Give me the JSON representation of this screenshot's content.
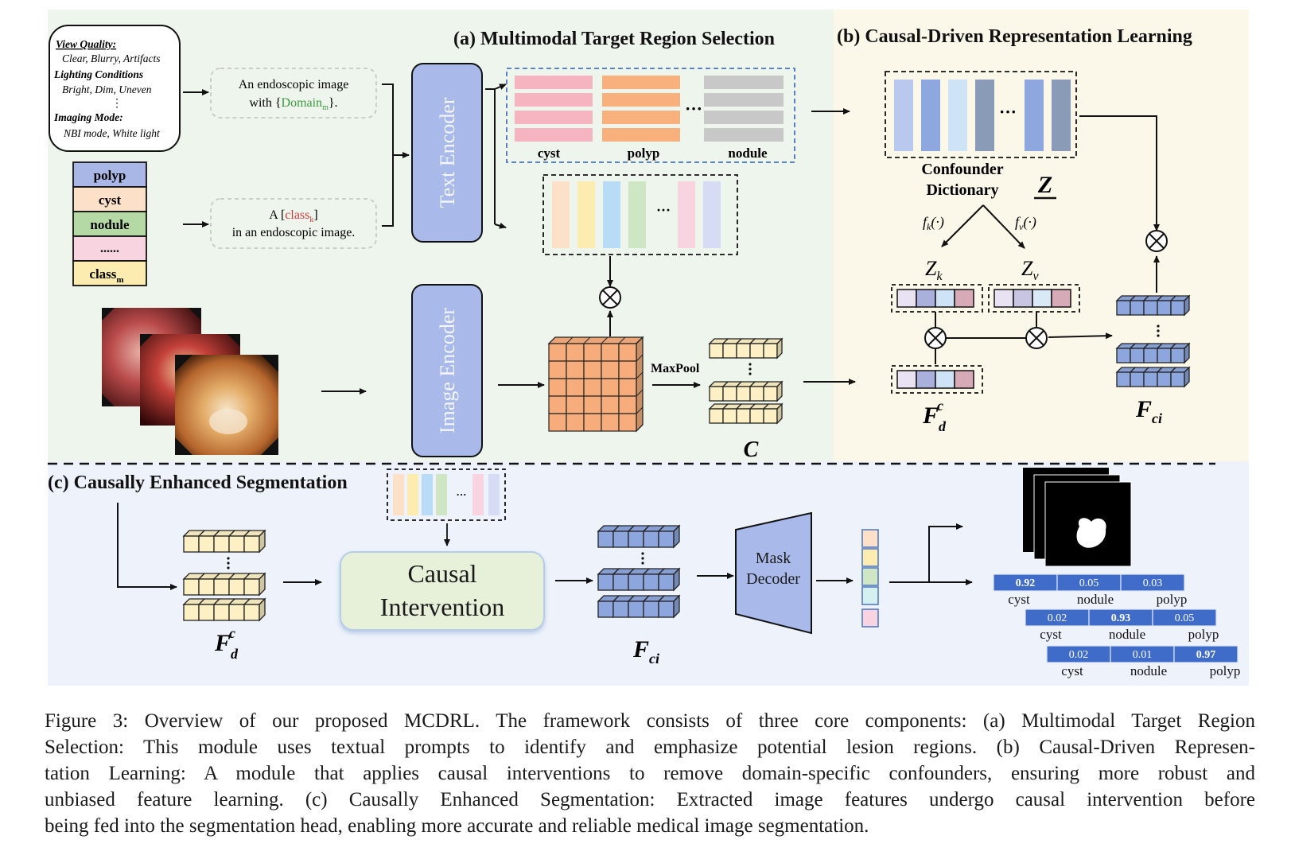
{
  "panels": {
    "a_title": "(a) Multimodal Target Region Selection",
    "b_title": "(b) Causal-Driven Representation Learning",
    "c_title": "(c) Causally Enhanced Segmentation"
  },
  "domain_box": {
    "view_quality_label": "View Quality:",
    "view_quality_values": "Clear, Blurry, Artifacts",
    "lighting_label": "Lighting Conditions",
    "lighting_values": "Bright, Dim, Uneven",
    "ellipsis": "⋮",
    "imaging_label": "Imaging Mode:",
    "imaging_values": "NBI mode, White light"
  },
  "prompts": {
    "domain_line1": "An endoscopic image",
    "domain_line2_pre": "with {",
    "domain_word": "Domain",
    "domain_sub": "m",
    "domain_line2_post": "}.",
    "class_line1_pre": "A [",
    "class_word": "class",
    "class_sub": "k",
    "class_line1_post": "]",
    "class_line2": "in an endoscopic image."
  },
  "class_list": {
    "items": [
      "polyp",
      "cyst",
      "nodule",
      "......",
      "class"
    ],
    "last_sub": "m",
    "colors": [
      "#a9b7e6",
      "#fde0c8",
      "#b5d9a4",
      "#f8d3e0",
      "#fdecb0"
    ]
  },
  "encoders": {
    "text": "Text Encoder",
    "image": "Image Encoder"
  },
  "text_features": {
    "labels": [
      "cyst",
      "polyp",
      "nodule"
    ],
    "colors": [
      "#f6b3c0",
      "#f8b17c",
      "#c8c8c8"
    ],
    "ellipsis": "···"
  },
  "maxpool_label": "MaxPool",
  "c_label": "C",
  "confounder": {
    "label_line1": "Confounder",
    "label_line2": "Dictionary",
    "z_label": "Z",
    "fk": "f",
    "fk_sub": "k",
    "fv": "f",
    "fv_sub": "v",
    "fx_arg": "(·)",
    "zk": "Z",
    "zk_sub": "k",
    "zv": "Z",
    "zv_sub": "v",
    "bar_colors": [
      "#b9c8ee",
      "#8fa7df",
      "#cfe3f7",
      "#8a9bb8",
      "#8fa7df",
      "#8a9bb8"
    ],
    "ellipsis": "···"
  },
  "features": {
    "fd": "F",
    "fd_sub": "d",
    "fd_sup": "c",
    "fci": "F",
    "fci_sub": "ci"
  },
  "segmentation": {
    "causal_line1": "Causal",
    "causal_line2": "Intervention",
    "mask_line1": "Mask",
    "mask_line2": "Decoder"
  },
  "score_tables": [
    {
      "values": [
        "0.92",
        "0.05",
        "0.03"
      ],
      "bold_index": 0,
      "labels": [
        "cyst",
        "nodule",
        "polyp"
      ]
    },
    {
      "values": [
        "0.02",
        "0.93",
        "0.05"
      ],
      "bold_index": 1,
      "labels": [
        "cyst",
        "nodule",
        "polyp"
      ]
    },
    {
      "values": [
        "0.02",
        "0.01",
        "0.97"
      ],
      "bold_index": 2,
      "labels": [
        "cyst",
        "nodule",
        "polyp"
      ]
    }
  ],
  "caption": {
    "lines": [
      "Figure 3: Overview of our proposed MCDRL. The framework consists of three core components: (a) Multimodal Target Region",
      "Selection: This module uses textual prompts to identify and emphasize potential lesion regions. (b) Causal-Driven Represen-",
      "tation Learning: A module that applies causal interventions to remove domain-specific confounders, ensuring more robust and",
      "unbiased feature learning. (c) Causally Enhanced Segmentation: Extracted image features undergo causal intervention before",
      "being fed into the segmentation head, enabling more accurate and reliable medical image segmentation."
    ]
  },
  "colors": {
    "panel_a_bg": "#eef5ec",
    "panel_b_bg": "#fbf8ea",
    "panel_c_bg": "#eef3fb",
    "encoder_fill": "#a9b9ea",
    "orange": "#f6ad7b",
    "yellow": "#fdf0c4",
    "blue_cube": "#8ea6de",
    "green_box": "#e7f1da",
    "red_text": "#d23b3b",
    "green_text": "#3d9a3d",
    "score_blue": "#3f6cc9"
  }
}
